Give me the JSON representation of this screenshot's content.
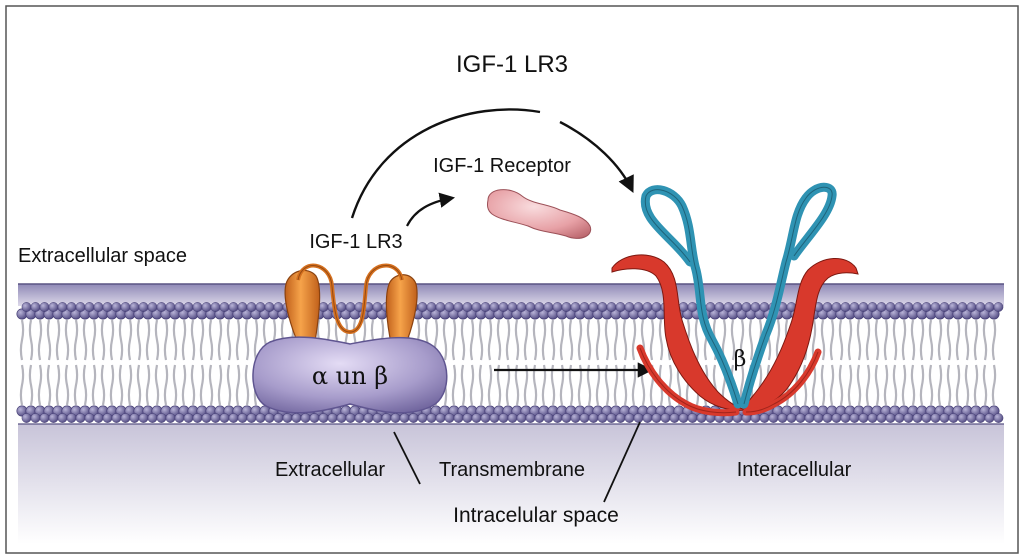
{
  "title": "IGF-1 LR3",
  "labels": {
    "ligand": "IGF-1 LR3",
    "receptor": "IGF-1 Receptor",
    "extracellular_space": "Extracellular space",
    "alpha_beta": "α un β",
    "beta": "β",
    "extracellular": "Extracellular",
    "transmembrane": "Transmembrane",
    "interacellular": "Interacellular",
    "intracellular_space": "Intracelular space"
  },
  "colors": {
    "membrane_band": "#c4c0d6",
    "lipid_head": "#6a6499",
    "lipid_tail": "#b8b8c0",
    "receptor_body": "#a69ac9",
    "receptor_arms": "#e98a2e",
    "igf_ligand": "#e7a1a6",
    "beta_chain_blue": "#2f93b3",
    "beta_chain_red": "#d8392c",
    "arrow": "#111111"
  }
}
